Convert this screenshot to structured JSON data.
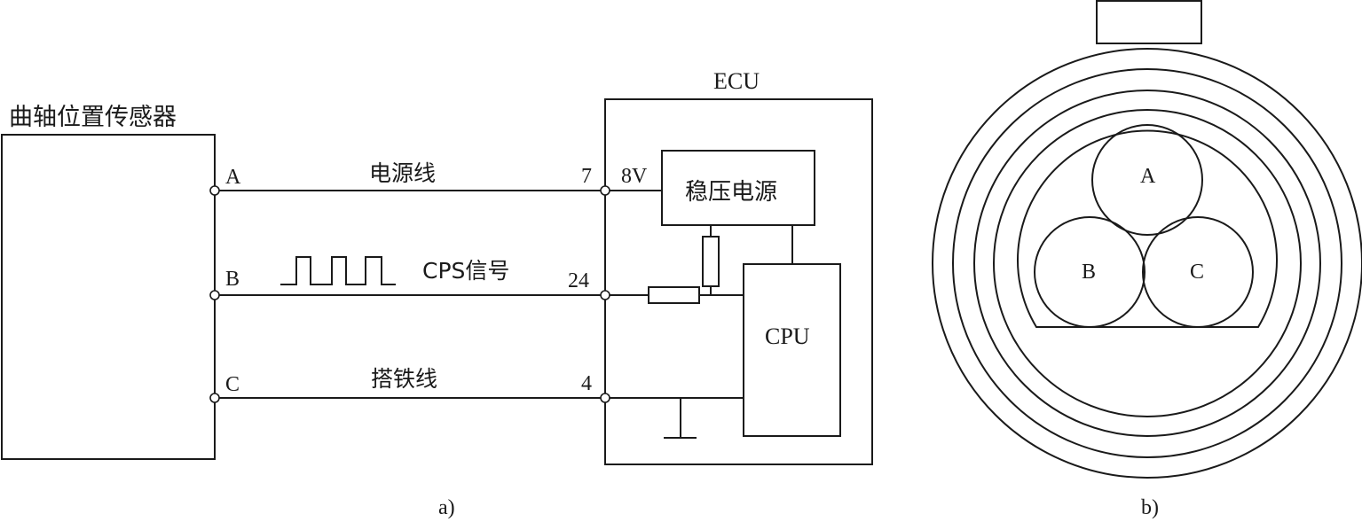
{
  "diagram_a": {
    "sensor_label": "曲轴位置传感器",
    "ecu_label": "ECU",
    "sensor_pins": {
      "a": "A",
      "b": "B",
      "c": "C"
    },
    "wires": {
      "power": "电源线",
      "signal": "CPS信号",
      "ground": "搭铁线"
    },
    "ecu_pins": {
      "power": "7",
      "signal": "24",
      "ground": "4"
    },
    "voltage": "8V",
    "regulator": "稳压电源",
    "cpu": "CPU",
    "caption": "a)"
  },
  "diagram_b": {
    "pins": {
      "a": "A",
      "b": "B",
      "c": "C"
    },
    "caption": "b)"
  }
}
